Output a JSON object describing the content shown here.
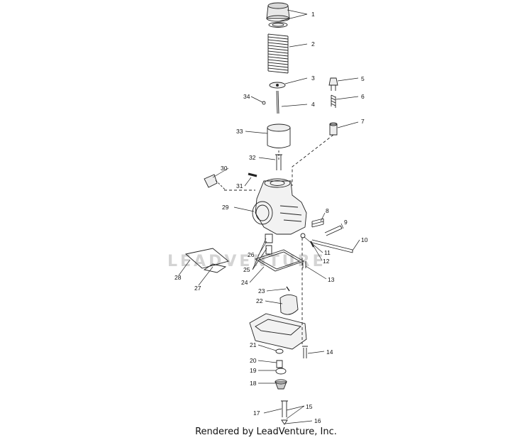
{
  "watermark": "LEADVENTURE",
  "footer": "Rendered by LeadVenture, Inc.",
  "callouts": [
    {
      "id": "c1",
      "label": "1"
    },
    {
      "id": "c2",
      "label": "2"
    },
    {
      "id": "c3",
      "label": "3"
    },
    {
      "id": "c4",
      "label": "4"
    },
    {
      "id": "c5",
      "label": "5"
    },
    {
      "id": "c6",
      "label": "6"
    },
    {
      "id": "c7",
      "label": "7"
    },
    {
      "id": "c8",
      "label": "8"
    },
    {
      "id": "c9",
      "label": "9"
    },
    {
      "id": "c10",
      "label": "10"
    },
    {
      "id": "c11",
      "label": "11"
    },
    {
      "id": "c12",
      "label": "12"
    },
    {
      "id": "c13",
      "label": "13"
    },
    {
      "id": "c14",
      "label": "14"
    },
    {
      "id": "c15",
      "label": "15"
    },
    {
      "id": "c16",
      "label": "16"
    },
    {
      "id": "c17",
      "label": "17"
    },
    {
      "id": "c18",
      "label": "18"
    },
    {
      "id": "c19",
      "label": "19"
    },
    {
      "id": "c20",
      "label": "20"
    },
    {
      "id": "c21",
      "label": "21"
    },
    {
      "id": "c22",
      "label": "22"
    },
    {
      "id": "c23",
      "label": "23"
    },
    {
      "id": "c24",
      "label": "24"
    },
    {
      "id": "c25",
      "label": "25"
    },
    {
      "id": "c26",
      "label": "26"
    },
    {
      "id": "c27",
      "label": "27"
    },
    {
      "id": "c28",
      "label": "28"
    },
    {
      "id": "c29",
      "label": "29"
    },
    {
      "id": "c30",
      "label": "30"
    },
    {
      "id": "c31",
      "label": "31"
    },
    {
      "id": "c32",
      "label": "32"
    },
    {
      "id": "c33",
      "label": "33"
    },
    {
      "id": "c34",
      "label": "34"
    }
  ]
}
